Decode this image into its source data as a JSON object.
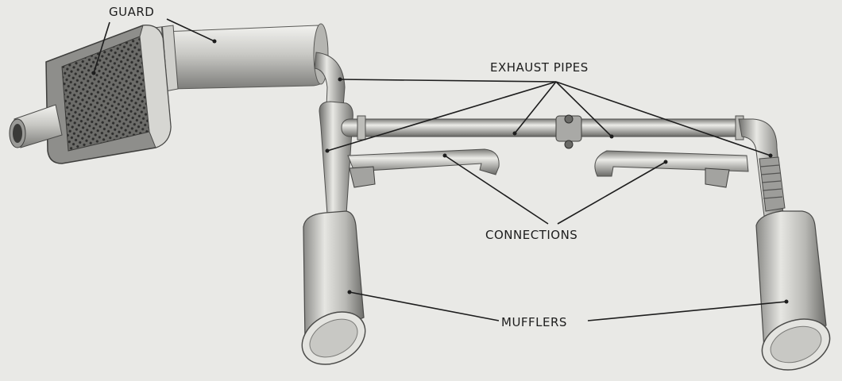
{
  "figure": {
    "callouts": {
      "guard": "GUARD",
      "exhaust_pipes": "EXHAUST PIPES",
      "connections": "CONNECTIONS",
      "mufflers": "MUFFLERS"
    },
    "colors": {
      "background": "#e9e9e6",
      "metal_light": "#dcdcd8",
      "metal_mid": "#a9a9a6",
      "metal_dark": "#5e5e5c",
      "leader": "#1d1d1d"
    }
  }
}
